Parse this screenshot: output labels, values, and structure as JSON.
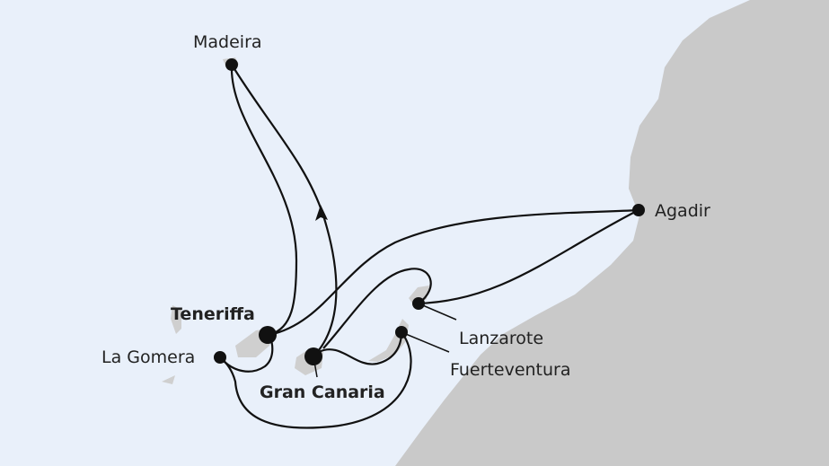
{
  "colors": {
    "sea": "#e9f0fa",
    "land": "#c9c9c9",
    "island": "#cfcfcf",
    "route": "#111111"
  },
  "ports": [
    {
      "id": "madeira",
      "name": "Madeira",
      "major": false
    },
    {
      "id": "agadir",
      "name": "Agadir",
      "major": false
    },
    {
      "id": "teneriffa",
      "name": "Teneriffa",
      "major": true
    },
    {
      "id": "la-gomera",
      "name": "La Gomera",
      "major": false
    },
    {
      "id": "gran-canaria",
      "name": "Gran Canaria",
      "major": true
    },
    {
      "id": "lanzarote",
      "name": "Lanzarote",
      "major": false
    },
    {
      "id": "fuerteventura",
      "name": "Fuerteventura",
      "major": false
    }
  ]
}
